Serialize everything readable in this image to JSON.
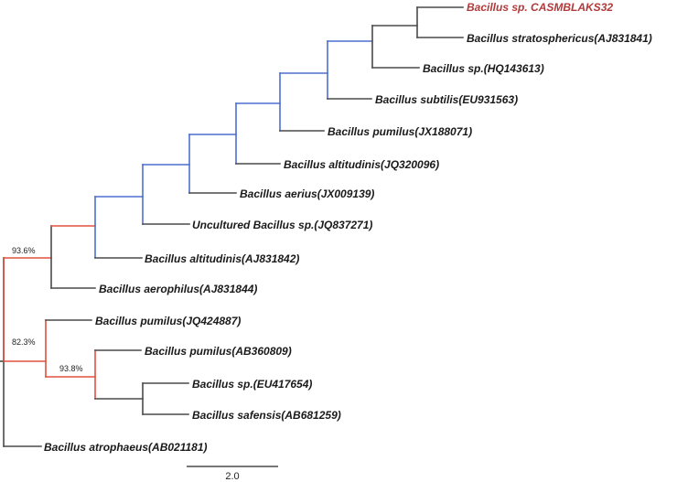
{
  "colors": {
    "branch_dark": "#4a4a4a",
    "branch_blue": "#4c6fd0",
    "branch_red": "#e0513f",
    "highlight_label": "#b23a3a"
  },
  "taxa": [
    {
      "id": "t1",
      "label": "Bacillus sp. CASMBLAKS32",
      "highlight": true
    },
    {
      "id": "t2",
      "label": "Bacillus stratosphericus(AJ831841)"
    },
    {
      "id": "t3",
      "label": "Bacillus sp.(HQ143613)"
    },
    {
      "id": "t4",
      "label": "Bacillus subtilis(EU931563)"
    },
    {
      "id": "t5",
      "label": "Bacillus pumilus(JX188071)"
    },
    {
      "id": "t6",
      "label": "Bacillus altitudinis(JQ320096)"
    },
    {
      "id": "t7",
      "label": "Bacillus aerius(JX009139)"
    },
    {
      "id": "t8",
      "label": "Uncultured Bacillus sp.(JQ837271)"
    },
    {
      "id": "t9",
      "label": "Bacillus altitudinis(AJ831842)"
    },
    {
      "id": "t10",
      "label": "Bacillus aerophilus(AJ831844)"
    },
    {
      "id": "t11",
      "label": "Bacillus pumilus(JQ424887)"
    },
    {
      "id": "t12",
      "label": "Bacillus pumilus(AB360809)"
    },
    {
      "id": "t13",
      "label": "Bacillus sp.(EU417654)"
    },
    {
      "id": "t14",
      "label": "Bacillus safensis(AB681259)"
    },
    {
      "id": "t15",
      "label": "Bacillus atrophaeus(AB021181)"
    }
  ],
  "supports": [
    {
      "id": "n_upper",
      "label": "93.6%"
    },
    {
      "id": "n_mid",
      "label": "82.3%"
    },
    {
      "id": "n_lower",
      "label": "93.8%"
    }
  ],
  "scale_bar": {
    "label": "2.0"
  }
}
